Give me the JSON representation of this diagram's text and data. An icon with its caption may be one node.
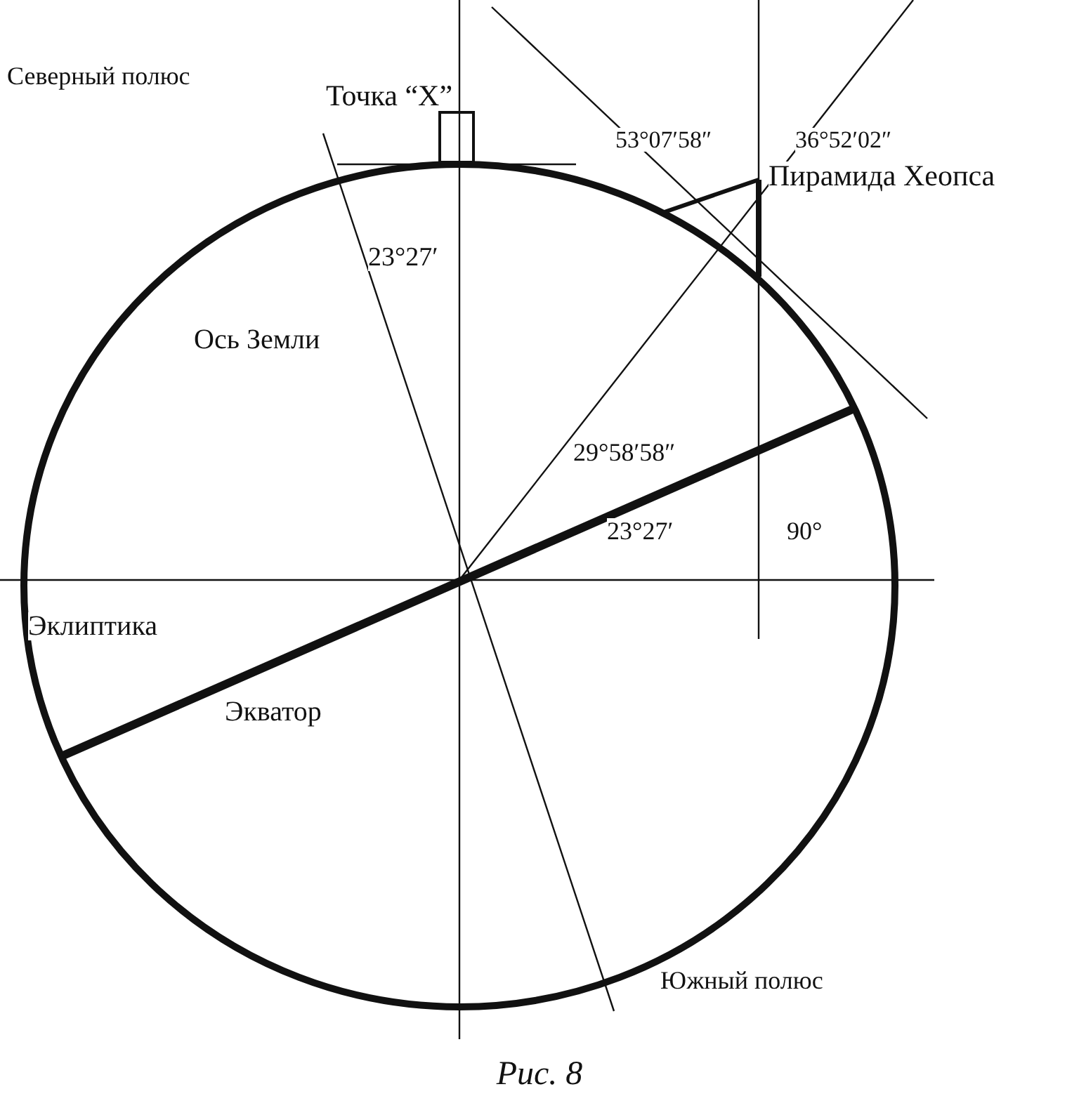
{
  "diagram": {
    "caption": "Рис. 8",
    "labels": [
      "Северный полюс",
      "Точка “X”",
      "53°07′58″",
      "36°52′02″",
      "Пирамида Хеопса",
      "23°27′",
      "Ось Земли",
      "29°58′58″",
      "23°27′",
      "90°",
      "Эклиптика",
      "Экватор",
      "Южный полюс"
    ]
  }
}
